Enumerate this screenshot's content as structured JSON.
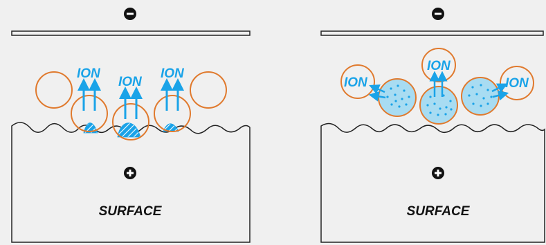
{
  "colors": {
    "background": "#f0f0f0",
    "outline": "#222222",
    "particle": "#e07a2e",
    "ion": "#1aa3e8",
    "particle_fill": "#a8dcf2",
    "dot": "#1aa3e8"
  },
  "left_panel": {
    "electrode_sign": "−",
    "surface_sign": "+",
    "surface_label": "SURFACE",
    "ion_labels": [
      "ION",
      "ION",
      "ION"
    ]
  },
  "right_panel": {
    "electrode_sign": "−",
    "surface_sign": "+",
    "surface_label": "SURFACE",
    "ion_labels": [
      "ION",
      "ION",
      "ION"
    ]
  },
  "icons": [
    "minus-circle-icon",
    "plus-circle-icon",
    "arrow-up-icon"
  ]
}
